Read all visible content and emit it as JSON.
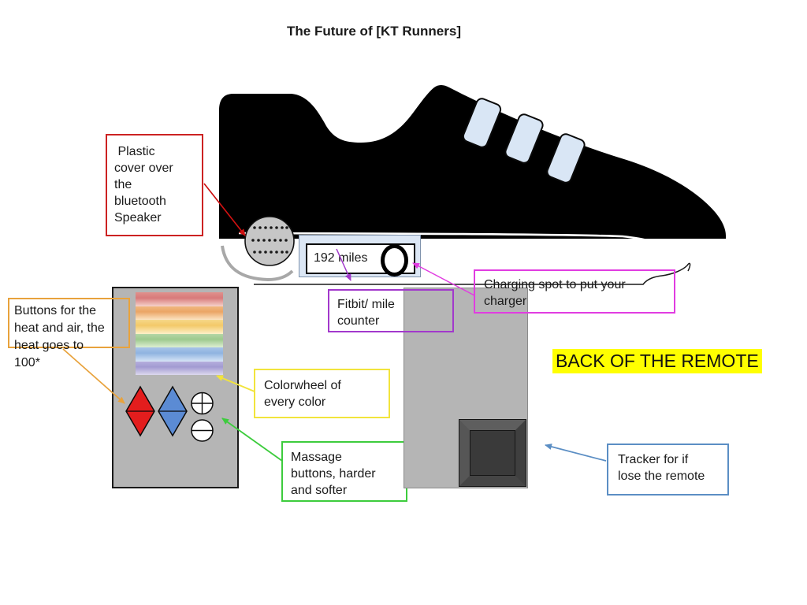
{
  "title": "The Future of [KT Runners]",
  "mileage": {
    "value": "192 miles"
  },
  "annotations": {
    "plastic_cover": {
      "lines": [
        " Plastic",
        "cover over",
        "the",
        "bluetooth",
        "Speaker"
      ],
      "border_color": "#cc2222"
    },
    "fitbit": {
      "lines": [
        "Fitbit/ mile",
        "counter"
      ],
      "border_color": "#a238cc"
    },
    "charging": {
      "lines": [
        "Charging spot to put your",
        "charger"
      ],
      "border_color": "#e13ce1"
    },
    "heat": {
      "lines": [
        "Buttons for the",
        "heat and air, the",
        "heat goes to",
        "100*"
      ],
      "border_color": "#e8a23c"
    },
    "colorwheel": {
      "lines": [
        "Colorwheel of",
        "every color"
      ],
      "border_color": "#f2e43c"
    },
    "massage": {
      "lines": [
        "Massage",
        "buttons, harder",
        "and softer"
      ],
      "border_color": "#3dcc3d"
    },
    "tracker": {
      "lines": [
        "Tracker for if",
        "lose the remote"
      ],
      "border_color": "#5b8ec4"
    }
  },
  "back_heading": {
    "text": "BACK OF THE REMOTE",
    "highlight_color": "#ffff00"
  },
  "shoe": {
    "body_color": "#000000",
    "strap_color": "#d9e6f5",
    "speaker_color": "#c6c6c6",
    "strap_count": 3
  },
  "remote_front": {
    "panel_color": "#b5b5b5",
    "colorwheel_bars": [
      "red",
      "orange",
      "yellow",
      "green",
      "blue",
      "purple"
    ],
    "heat_button_color": "#e31d1d",
    "air_button_color": "#5b8bd4",
    "buttons": [
      "heat-diamond",
      "air-diamond",
      "massage-plus",
      "massage-minus"
    ]
  },
  "remote_back": {
    "panel_color": "#b5b5b5",
    "tracker_button_color": "#3a3a3a"
  },
  "arrow_colors": {
    "red": "#cc1111",
    "purple": "#a238cc",
    "magenta": "#e13ce1",
    "orange": "#e8a23c",
    "yellow": "#f2e43c",
    "green": "#3dcc3d",
    "blue": "#5b8ec4"
  }
}
